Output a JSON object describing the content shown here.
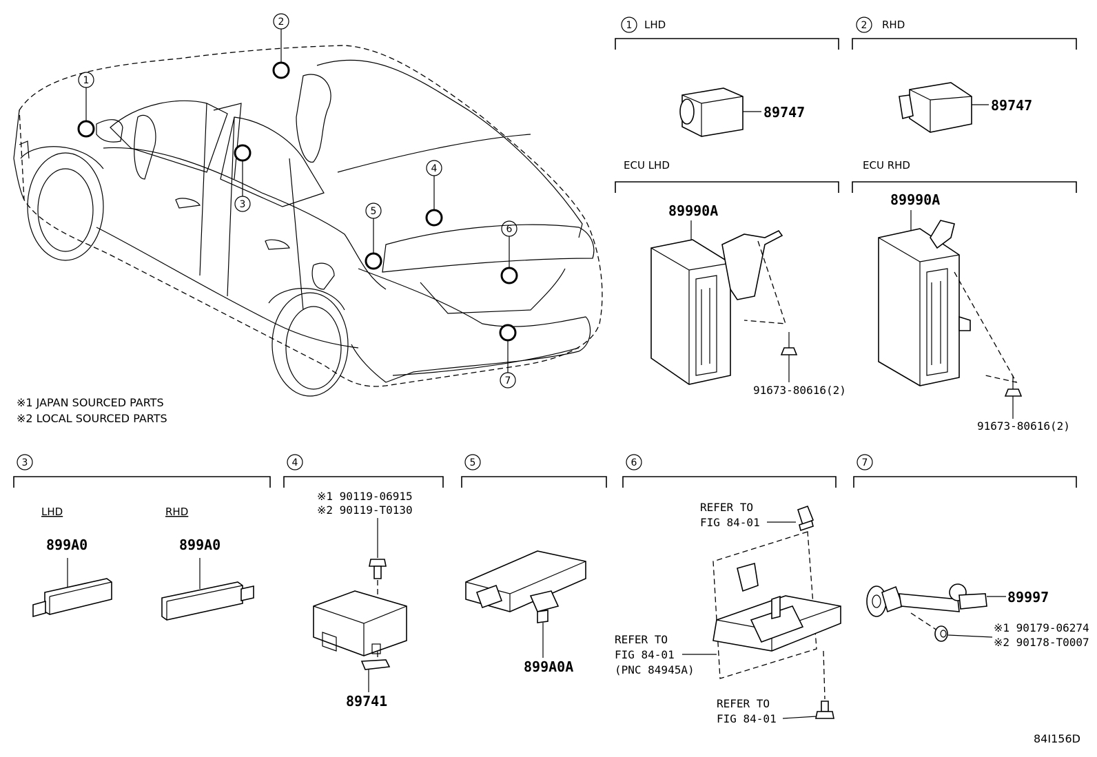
{
  "callouts": [
    "1",
    "2",
    "3",
    "4",
    "5",
    "6",
    "7"
  ],
  "notes": {
    "note1": "※1 JAPAN SOURCED PARTS",
    "note2": "※2 LOCAL SOURCED PARTS"
  },
  "section1": {
    "num": "1",
    "label": "LHD",
    "part": "89747",
    "ecu_label": "ECU LHD",
    "ecu_part": "89990A",
    "bolt": "91673-80616(2)"
  },
  "section2": {
    "num": "2",
    "label": "RHD",
    "part": "89747",
    "ecu_label": "ECU RHD",
    "ecu_part": "89990A",
    "bolt": "91673-80616(2)"
  },
  "section3": {
    "num": "3",
    "lhd_label": "LHD",
    "lhd_part": "899A0",
    "rhd_label": "RHD",
    "rhd_part": "899A0"
  },
  "section4": {
    "num": "4",
    "screw1": "※1 90119-06915",
    "screw2": "※2 90119-T0130",
    "part": "89741"
  },
  "section5": {
    "num": "5",
    "part": "899A0A"
  },
  "section6": {
    "num": "6",
    "ref_top_1": "REFER TO",
    "ref_top_2": "FIG 84-01",
    "ref_left_1": "REFER TO",
    "ref_left_2": "FIG 84-01",
    "ref_left_3": "(PNC 84945A)",
    "ref_bottom_1": "REFER TO",
    "ref_bottom_2": "FIG 84-01"
  },
  "section7": {
    "num": "7",
    "part": "89997",
    "clip1": "※1 90179-06274",
    "clip2": "※2 90178-T0007"
  },
  "figure_code": "84I156D"
}
